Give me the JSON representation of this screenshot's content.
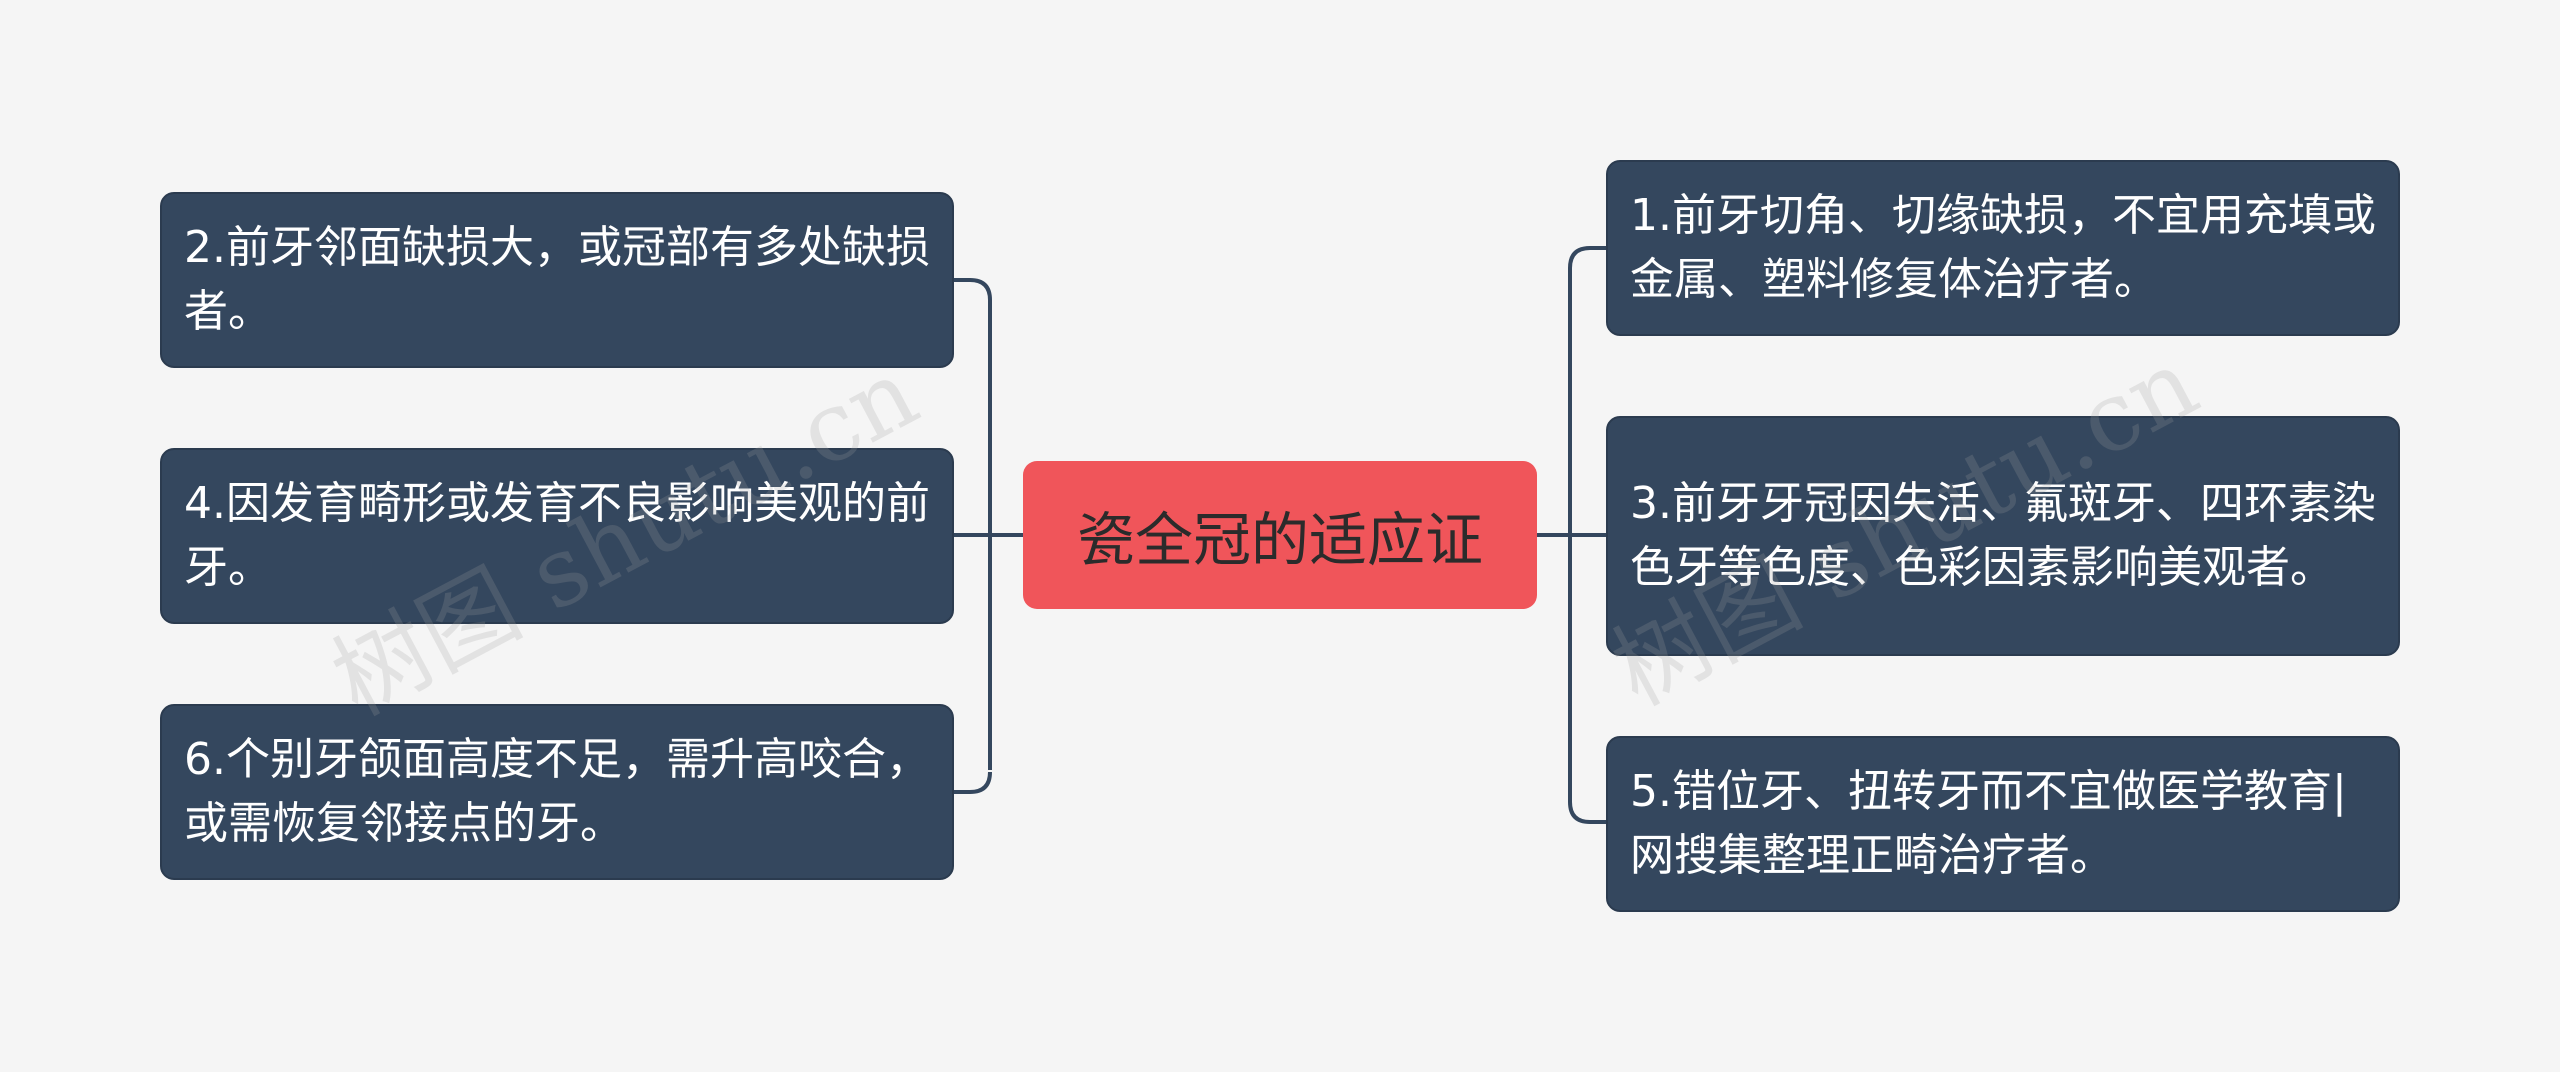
{
  "center": {
    "label": "瓷全冠的适应证"
  },
  "left_nodes": [
    {
      "text": "2.前牙邻面缺损大，或冠部有多处缺损者。"
    },
    {
      "text": "4.因发育畸形或发育不良影响美观的前牙。"
    },
    {
      "text": "6.个别牙颌面高度不足，需升高咬合，或需恢复邻接点的牙。"
    }
  ],
  "right_nodes": [
    {
      "text": "1.前牙切角、切缘缺损，不宜用充填或金属、塑料修复体治疗者。"
    },
    {
      "text": "3.前牙牙冠因失活、氟斑牙、四环素染色牙等色度、色彩因素影响美观者。"
    },
    {
      "text": "5.错位牙、扭转牙而不宜做医学教育|网搜集整理正畸治疗者。"
    }
  ],
  "watermark": {
    "text_1": "树图 shutu.cn",
    "text_2": "树图 shutu.cn"
  },
  "colors": {
    "background": "#f5f5f5",
    "node_fill": "#34475e",
    "center_fill": "#f0555a",
    "connector": "#34475e"
  }
}
